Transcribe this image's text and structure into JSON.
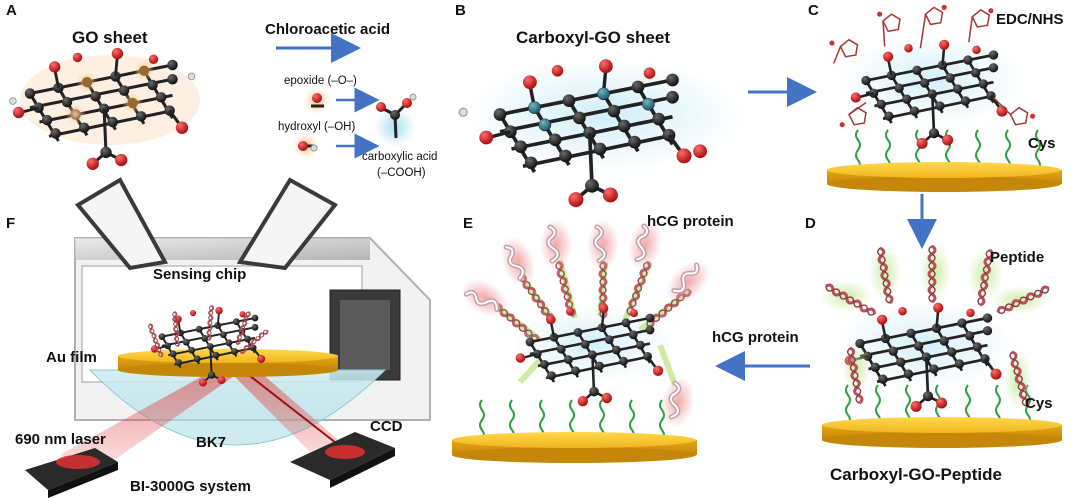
{
  "panels": {
    "A": {
      "letter": "A",
      "title": "GO sheet"
    },
    "B": {
      "letter": "B",
      "title": "Carboxyl-GO sheet"
    },
    "C": {
      "letter": "C",
      "reagent": "EDC/NHS",
      "linker": "Cys"
    },
    "D": {
      "letter": "D",
      "peptide": "Peptide",
      "linker": "Cys",
      "caption": "Carboxyl-GO-Peptide"
    },
    "E": {
      "letter": "E",
      "protein": "hCG protein"
    },
    "F": {
      "letter": "F",
      "chip": "Sensing chip",
      "film": "Au film",
      "laser": "690 nm laser",
      "prism": "BK7",
      "detector": "CCD",
      "system": "BI-3000G system"
    }
  },
  "reaction": {
    "reagent": "Chloroacetic acid",
    "epoxide": "epoxide (–O–)",
    "hydroxyl": "hydroxyl (–OH)",
    "carboxylic": "carboxylic acid",
    "carboxylic_formula": "(–COOH)"
  },
  "arrow_label": "hCG protein",
  "colors": {
    "gold": "#f2c12e",
    "gold_edge": "#d99a13",
    "arrow": "#4472c4",
    "cys": "#2ea043",
    "oxygen": "#d42020",
    "carbon": "#2b2b2b",
    "halo_blue": "#9fdcf2",
    "halo_orange": "#f7c58a",
    "helix": "#b5505a",
    "halo_green": "#c9ea9a",
    "protein_halo": "#f2a3a3",
    "laser": "#e03030"
  }
}
